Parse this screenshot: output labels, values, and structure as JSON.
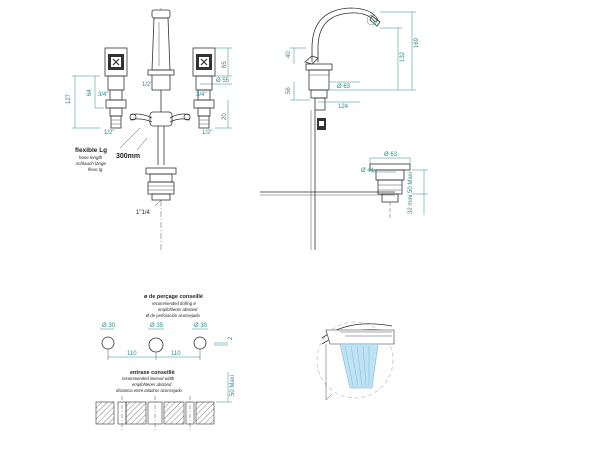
{
  "front_view": {
    "dims": {
      "d127": "127",
      "d64": "64",
      "d65": "65",
      "d20": "20",
      "phi55": "Ø 55",
      "thread_34_left": "3/4\"",
      "thread_34_right": "3/4\"",
      "thread_12_top": "1/2\"",
      "thread_12_left": "1/2\"",
      "thread_12_right": "1/2\"",
      "drain_thread": "1\"1/4"
    },
    "hose_label": "flexible Lg",
    "hose_translations": [
      "hose length",
      "schlauch länge",
      "flexo lg"
    ],
    "hose_length": "300mm"
  },
  "side_view": {
    "dims": {
      "d169": "169",
      "d132": "132",
      "d40": "40",
      "d56": "56",
      "phi63": "Ø 63",
      "d124": "124",
      "phi63_drain": "Ø 63",
      "phi41": "Ø 41",
      "min_max": "32 mini\n50 Maxi"
    }
  },
  "drilling": {
    "title": "ø de perçage conseillé",
    "translations": [
      "recommended drilling ø",
      "empfohlener abstand",
      "Ø de perforación aconsejado"
    ],
    "dims": {
      "phi30_left": "Ø 30",
      "phi35": "Ø 35",
      "phi30_right": "Ø 30",
      "spacing_left": "110",
      "spacing_right": "110",
      "d2": "2"
    }
  },
  "interval": {
    "title": "entraxe conseillé",
    "translations": [
      "recommended interval width",
      "empfohlener abstand",
      "distancia entre taladros aconsejado"
    ],
    "max_label": "50 Maxi"
  }
}
